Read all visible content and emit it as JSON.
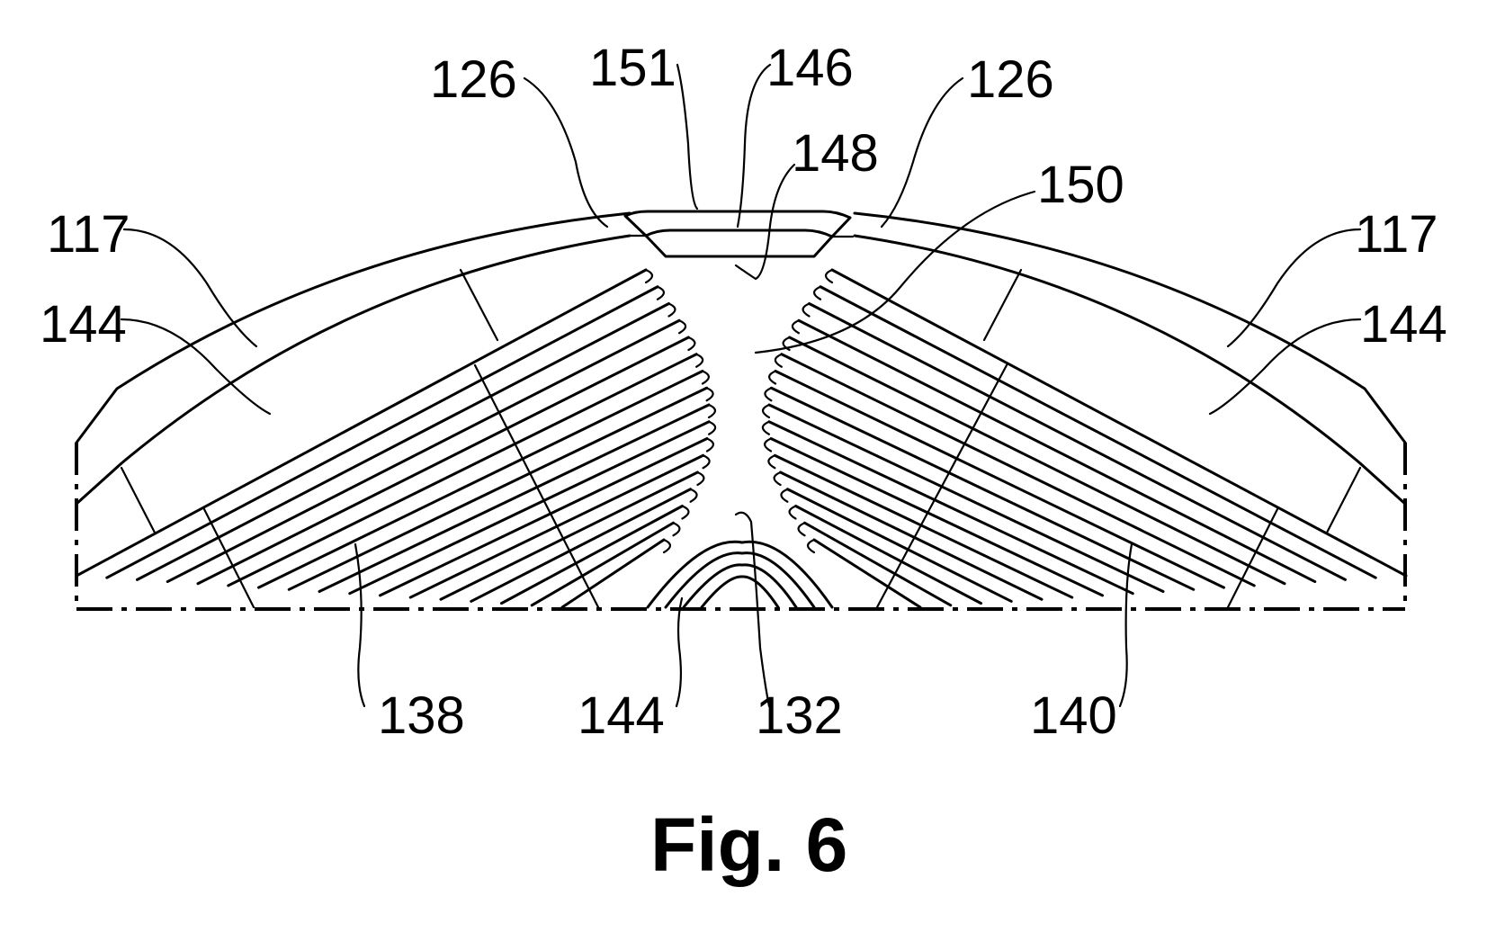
{
  "figure": {
    "caption": "Fig. 6",
    "labels": {
      "l117_left": "117",
      "l144_left": "144",
      "l126_left": "126",
      "l151": "151",
      "l146": "146",
      "l148": "148",
      "l126_right": "126",
      "l150": "150",
      "l117_right": "117",
      "l144_right": "144",
      "l138": "138",
      "l144_bottom": "144",
      "l132": "132",
      "l140": "140"
    }
  }
}
